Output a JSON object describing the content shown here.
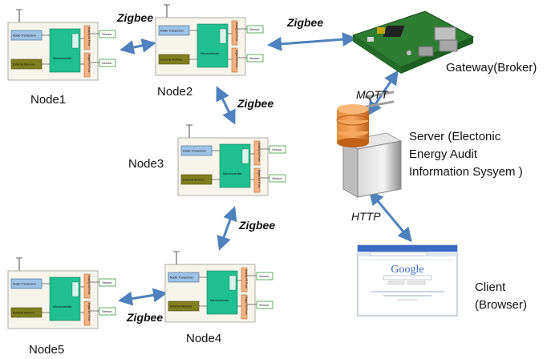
{
  "nodes": [
    {
      "label": "Node1"
    },
    {
      "label": "Node2"
    },
    {
      "label": "Node3"
    },
    {
      "label": "Node4"
    },
    {
      "label": "Node5"
    }
  ],
  "board": {
    "radio_label": "Radio Transceiver",
    "memory_label": "External Memory",
    "mcu_label": "Microcontroller",
    "analog_port_label": "Analog I/O Ports",
    "digital_port_label": "Digital I/O Ports",
    "sensor_label": "Sensor"
  },
  "protocols": {
    "zigbee": "Zigbee",
    "mqtt": "MQTT",
    "http": "HTTP"
  },
  "gateway": {
    "label": "Gateway(Broker)"
  },
  "server": {
    "label": "Server (Electonic\nEnergy Audit\nInformation Sysyem )"
  },
  "client": {
    "label": "Client\n(Browser)",
    "browser_logo": "Google"
  },
  "colors": {
    "arrow": "#4f81bd",
    "radio": "#9dc3e6",
    "memory": "#7f7f1f",
    "mcu": "#1fbf8f",
    "port": "#f4b183",
    "sensor_border": "#3a9a3a",
    "board_bg": "#f7f4ec"
  }
}
